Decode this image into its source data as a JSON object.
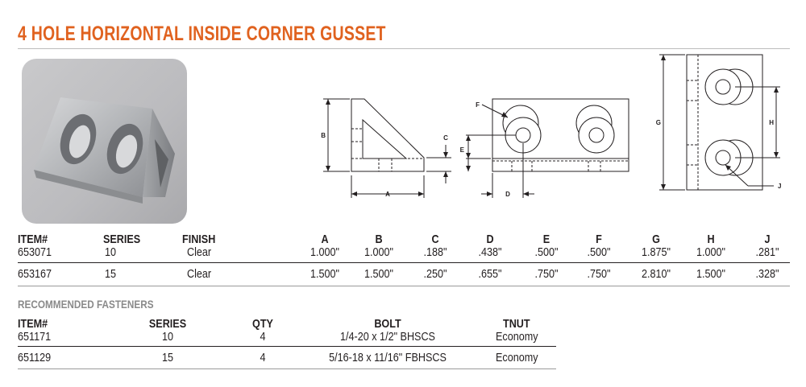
{
  "title": "4 HOLE HORIZONTAL INSIDE CORNER GUSSET",
  "diagram_labels": {
    "a": "A",
    "b": "B",
    "c": "C",
    "d": "D",
    "e": "E",
    "f": "F",
    "g": "G",
    "h": "H",
    "j": "J"
  },
  "spec_table": {
    "headers": [
      "ITEM#",
      "SERIES",
      "FINISH",
      "A",
      "B",
      "C",
      "D",
      "E",
      "F",
      "G",
      "H",
      "J"
    ],
    "rows": [
      [
        "653071",
        "10",
        "Clear",
        "1.000\"",
        "1.000\"",
        ".188\"",
        ".438\"",
        ".500\"",
        ".500\"",
        "1.875\"",
        "1.000\"",
        ".281\""
      ],
      [
        "653167",
        "15",
        "Clear",
        "1.500\"",
        "1.500\"",
        ".250\"",
        ".655\"",
        ".750\"",
        ".750\"",
        "2.810\"",
        "1.500\"",
        ".328\""
      ]
    ]
  },
  "fasteners": {
    "heading": "RECOMMENDED FASTENERS",
    "headers": [
      "ITEM#",
      "SERIES",
      "QTY",
      "BOLT",
      "TNUT"
    ],
    "rows": [
      [
        "651171",
        "10",
        "4",
        "1/4-20 x 1/2\" BHSCS",
        "Economy"
      ],
      [
        "651129",
        "15",
        "4",
        "5/16-18 x 11/16\" FBHSCS",
        "Economy"
      ]
    ]
  }
}
